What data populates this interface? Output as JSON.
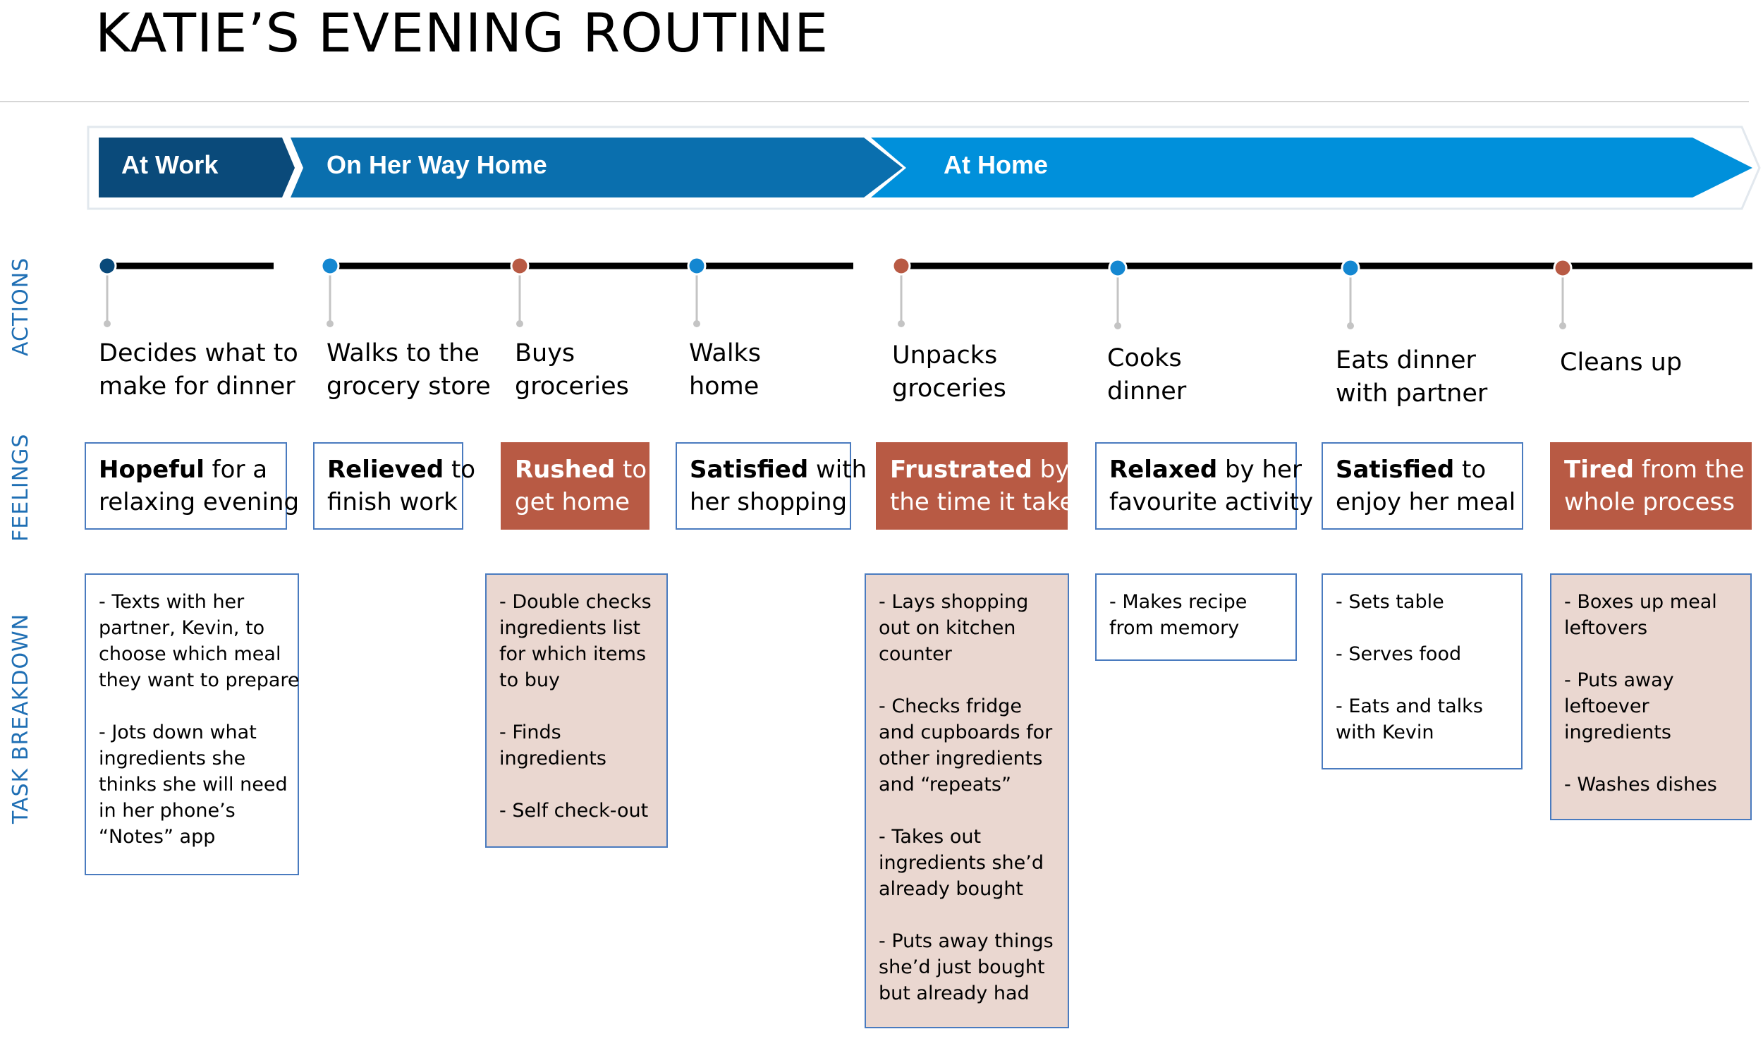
{
  "title": "KATIE’S EVENING ROUTINE",
  "colors": {
    "phase_dark": "#0a4a7a",
    "phase_mid": "#0a6fae",
    "phase_light": "#0090db",
    "dot_dark": "#0a4a7a",
    "dot_blue": "#1487d1",
    "dot_red": "#b85a44",
    "negative_fill": "#b85a44",
    "negative_task_fill": "#ead7d0",
    "box_border": "#4a7bbf",
    "section_label": "#1f6fb4"
  },
  "phases": [
    {
      "label": "At Work"
    },
    {
      "label": "On Her Way Home"
    },
    {
      "label": "At Home"
    }
  ],
  "section_labels": {
    "actions": "ACTIONS",
    "feelings": "FEELINGS",
    "tasks": "TASK BREAKDOWN"
  },
  "actions": [
    {
      "line1": "Decides what to",
      "line2": "make for dinner",
      "mood": "dark"
    },
    {
      "line1": "Walks to the",
      "line2": "grocery store",
      "mood": "blue"
    },
    {
      "line1": "Buys",
      "line2": "groceries",
      "mood": "red"
    },
    {
      "line1": "Walks",
      "line2": "home",
      "mood": "blue"
    },
    {
      "line1": "Unpacks",
      "line2": "groceries",
      "mood": "red"
    },
    {
      "line1": "Cooks",
      "line2": "dinner",
      "mood": "blue"
    },
    {
      "line1": "Eats dinner",
      "line2": "with partner",
      "mood": "blue"
    },
    {
      "line1": "Cleans up",
      "line2": "",
      "mood": "red"
    }
  ],
  "feelings": [
    {
      "bold": "Hopeful",
      "rest1": " for a",
      "line2": "relaxing evening",
      "negative": false
    },
    {
      "bold": "Relieved",
      "rest1": " to",
      "line2": "finish work",
      "negative": false
    },
    {
      "bold": "Rushed",
      "rest1": " to",
      "line2": "get home",
      "negative": true
    },
    {
      "bold": "Satisfied",
      "rest1": " with",
      "line2": "her shopping",
      "negative": false
    },
    {
      "bold": "Frustrated",
      "rest1": " by",
      "line2": "the time it takes",
      "negative": true
    },
    {
      "bold": "Relaxed",
      "rest1": " by her",
      "line2": "favourite activity",
      "negative": false
    },
    {
      "bold": "Satisfied",
      "rest1": " to",
      "line2": "enjoy her meal",
      "negative": false
    },
    {
      "bold": "Tired",
      "rest1": " from the",
      "line2": "whole process",
      "negative": true
    }
  ],
  "tasks": [
    {
      "negative": false,
      "lines": [
        "- Texts with her",
        "partner, Kevin, to",
        "choose which meal",
        "they want to prepare",
        "",
        "- Jots down what",
        "ingredients she",
        "thinks she will need",
        "in her phone’s",
        "“Notes” app"
      ]
    },
    {
      "negative": true,
      "lines": [
        "- Double checks",
        "ingredients list",
        "for which items",
        "to buy",
        "",
        "- Finds",
        "ingredients",
        "",
        "- Self check-out"
      ]
    },
    {
      "negative": true,
      "lines": [
        "- Lays shopping",
        "out on kitchen",
        "counter",
        "",
        "- Checks fridge",
        "and cupboards for",
        "other ingredients",
        "and “repeats”",
        "",
        "- Takes out",
        "ingredients she’d",
        "already bought",
        "",
        "- Puts away things",
        "she’d just bought",
        "but already had"
      ]
    },
    {
      "negative": false,
      "lines": [
        "- Makes recipe",
        "from memory"
      ]
    },
    {
      "negative": false,
      "lines": [
        "- Sets table",
        "",
        "- Serves food",
        "",
        "- Eats and talks",
        "with Kevin"
      ]
    },
    {
      "negative": true,
      "lines": [
        "- Boxes up meal",
        "leftovers",
        "",
        "- Puts away",
        "leftoever",
        "ingredients",
        "",
        "- Washes dishes"
      ]
    }
  ]
}
